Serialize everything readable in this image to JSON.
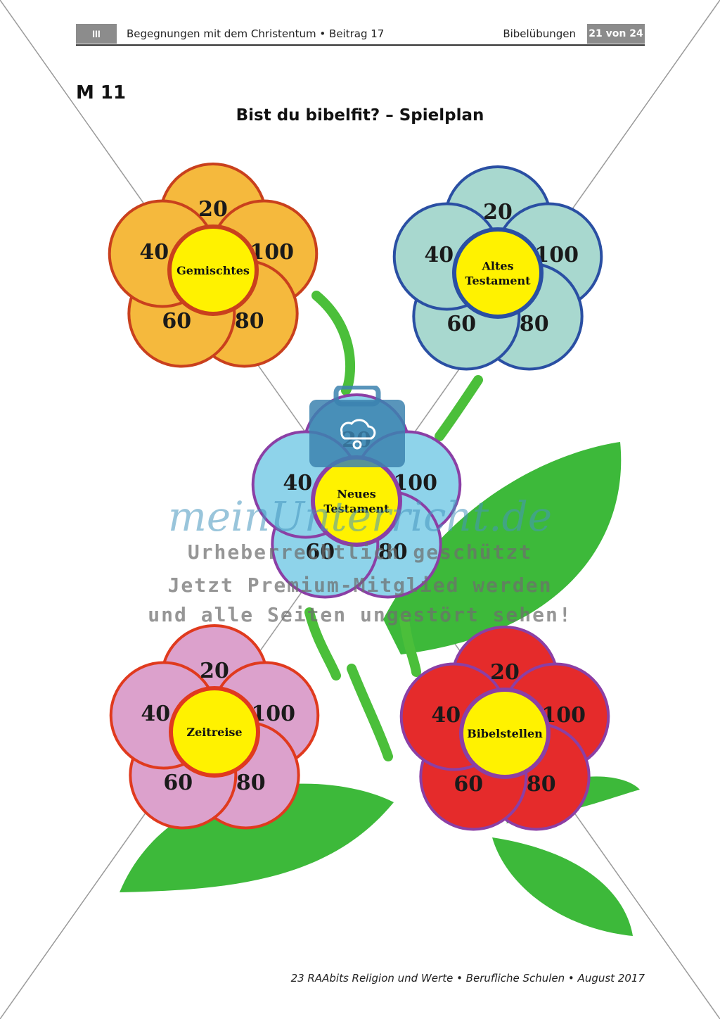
{
  "header": {
    "volume": "III",
    "title": "Begegnungen mit dem Christentum • Beitrag 17",
    "section": "Bibelübungen",
    "pages": "21 von 24"
  },
  "material_label": "M 11",
  "page_title": "Bist du bibelfit? – Spielplan",
  "flowers": [
    {
      "category": [
        "Gemischtes"
      ],
      "points": [
        "20",
        "100",
        "80",
        "60",
        "40"
      ],
      "petal_color": "#f5b93d",
      "border_color": "#c9401d",
      "center_color": "#fff200",
      "center_border": "#c9401d"
    },
    {
      "category": [
        "Altes",
        "Testament"
      ],
      "points": [
        "20",
        "100",
        "80",
        "60",
        "40"
      ],
      "petal_color": "#a8d8cf",
      "border_color": "#2a4fa3",
      "center_color": "#fff200",
      "center_border": "#2a4fa3"
    },
    {
      "category": [
        "Neues",
        "Testament"
      ],
      "points": [
        "20",
        "100",
        "80",
        "60",
        "40"
      ],
      "petal_color": "#8ed3ea",
      "border_color": "#8b3fa5",
      "center_color": "#fff200",
      "center_border": "#8b3fa5"
    },
    {
      "category": [
        "Zeitreise"
      ],
      "points": [
        "20",
        "100",
        "80",
        "60",
        "40"
      ],
      "petal_color": "#dca1cc",
      "border_color": "#e03a1e",
      "center_color": "#fff200",
      "center_border": "#e03a1e"
    },
    {
      "category": [
        "Bibelstellen"
      ],
      "points": [
        "20",
        "100",
        "80",
        "60",
        "40"
      ],
      "petal_color": "#e52b2b",
      "border_color": "#8b3fa5",
      "center_color": "#fff200",
      "center_border": "#8b3fa5"
    }
  ],
  "colors": {
    "leaf": "#3db93a",
    "stem": "#4bbf3a"
  },
  "watermark": {
    "brand": "meinUnterricht.de",
    "line1": "Urheberrechtlich geschützt",
    "line2": "Jetzt Premium-Mitglied werden",
    "line3": "und alle Seiten ungestört sehen!",
    "icon": "briefcase-cloud-icon"
  },
  "footer": "23 RAAbits Religion und Werte • Berufliche Schulen • August 2017"
}
